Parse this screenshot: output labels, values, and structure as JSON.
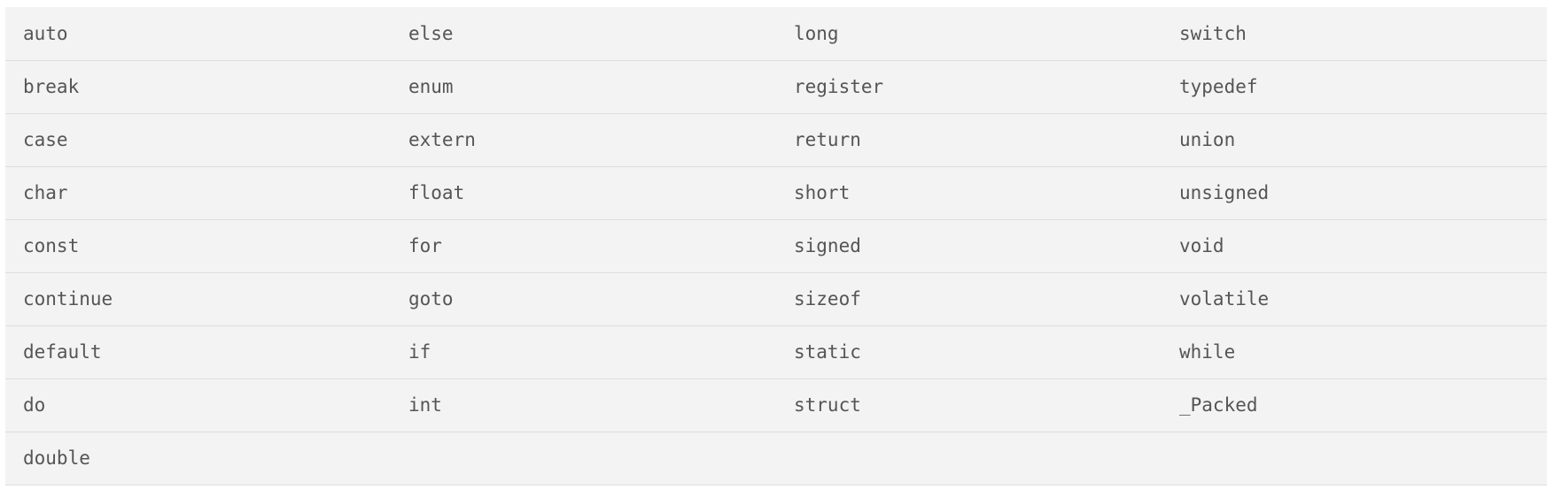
{
  "table": {
    "rows": [
      [
        "auto",
        "else",
        "long",
        "switch"
      ],
      [
        "break",
        "enum",
        "register",
        "typedef"
      ],
      [
        "case",
        "extern",
        "return",
        "union"
      ],
      [
        "char",
        "float",
        "short",
        "unsigned"
      ],
      [
        "const",
        "for",
        "signed",
        "void"
      ],
      [
        "continue",
        "goto",
        "sizeof",
        "volatile"
      ],
      [
        "default",
        "if",
        "static",
        "while"
      ],
      [
        "do",
        "int",
        "struct",
        "_Packed"
      ],
      [
        "double",
        "",
        "",
        ""
      ]
    ]
  }
}
